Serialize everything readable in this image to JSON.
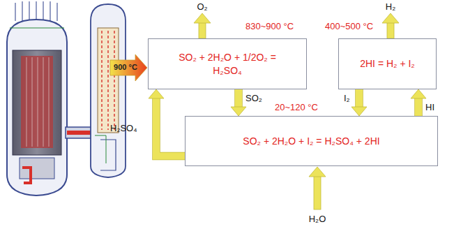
{
  "diagram": {
    "nodes": [
      {
        "text": [
          "SO₂ + 2H₂O + 1/2O₂ = H₂SO₄"
        ]
      },
      {
        "text": [
          "2HI = H₂ + I₂"
        ]
      },
      {
        "text": [
          "SO₂ + 2H₂O + I₂ = H₂SO₄ + 2HI"
        ]
      }
    ],
    "edges": [
      {
        "from": 0,
        "to": 2,
        "arrow": "to",
        "label": "SO₂"
      },
      {
        "from": 2,
        "to": 0,
        "arrow": "to",
        "label": "H₂SO₄"
      },
      {
        "from": 2,
        "to": 1,
        "arrow": "to",
        "label": "HI"
      },
      {
        "from": 1,
        "to": 2,
        "arrow": "to",
        "label": "I₂"
      }
    ],
    "labels": [
      "900 °C",
      "O₂",
      "830~900 °C",
      "H₂",
      "400~500 °C",
      "20~120 °C",
      "H₂O"
    ]
  }
}
